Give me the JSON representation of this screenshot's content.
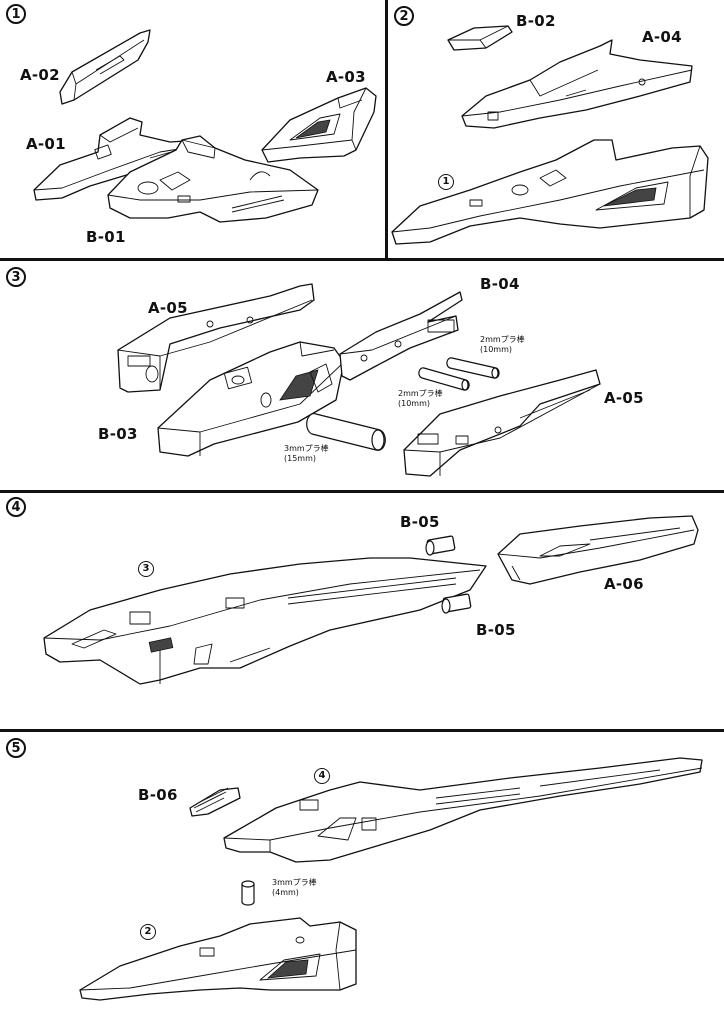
{
  "steps": [
    {
      "number": "1",
      "labels": {
        "a02": "A-02",
        "a01": "A-01",
        "a03": "A-03",
        "b01": "B-01"
      }
    },
    {
      "number": "2",
      "labels": {
        "b02": "B-02",
        "a04": "A-04"
      },
      "refs": {
        "sub1": "1"
      }
    },
    {
      "number": "3",
      "labels": {
        "a05_left": "A-05",
        "b04": "B-04",
        "b03": "B-03",
        "a05_right": "A-05"
      },
      "notes": {
        "rod_2mm_a": {
          "line1": "2mmプラ棒",
          "line2": "(10mm)"
        },
        "rod_2mm_b": {
          "line1": "2mmプラ棒",
          "line2": "(10mm)"
        },
        "rod_3mm": {
          "line1": "3mmプラ棒",
          "line2": "(15mm)"
        }
      }
    },
    {
      "number": "4",
      "labels": {
        "b05_top": "B-05",
        "a06": "A-06",
        "b05_bottom": "B-05"
      },
      "refs": {
        "sub3": "3"
      }
    },
    {
      "number": "5",
      "labels": {
        "b06": "B-06"
      },
      "refs": {
        "sub4": "4",
        "sub2": "2"
      },
      "notes": {
        "rod_3mm_short": {
          "line1": "3mmプラ棒",
          "line2": "(4mm)"
        }
      }
    }
  ],
  "colors": {
    "line": "#111111",
    "background": "#ffffff"
  }
}
